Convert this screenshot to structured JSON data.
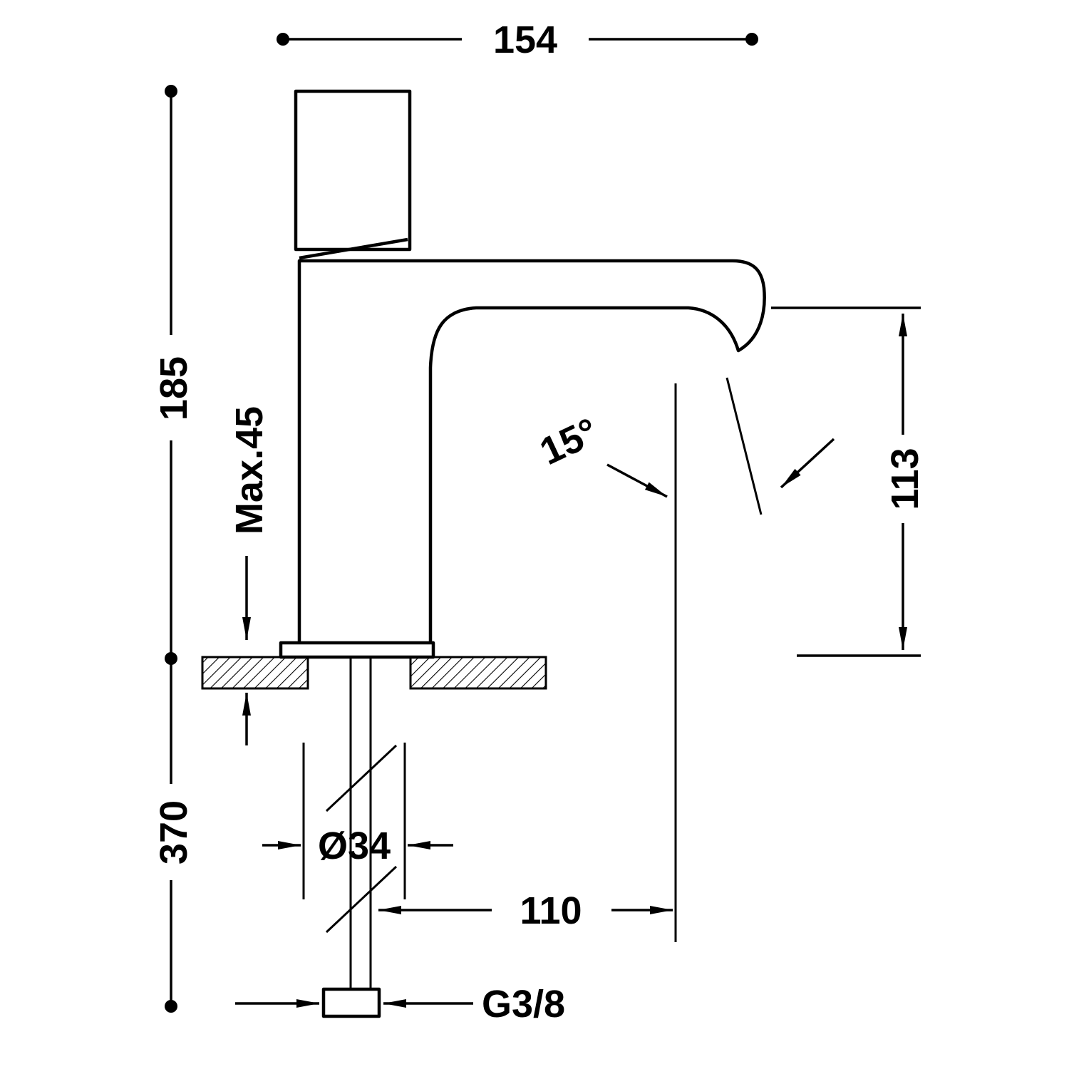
{
  "labels": {
    "width": "154",
    "height": "185",
    "max_thickness": "Max.45",
    "below_deck": "370",
    "diameter": "Ø34",
    "reach": "110",
    "spout_height": "113",
    "angle": "15°",
    "connection": "G3/8"
  },
  "colors": {
    "line": "#000000",
    "background": "#ffffff"
  }
}
